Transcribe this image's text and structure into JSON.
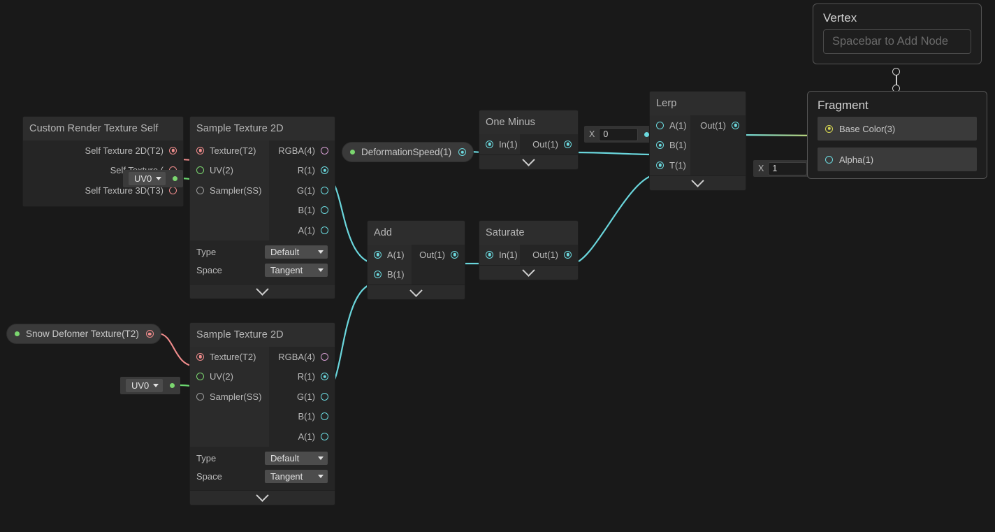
{
  "app": {
    "name": "Unity Shader Graph",
    "canvas_bg": "#191919"
  },
  "colors": {
    "wire_float": "#6ad6dc",
    "wire_texture": "#f08c8c",
    "wire_uv": "#6bd66f",
    "wire_color3": "#cfd96b",
    "node_body": "#252525",
    "node_header": "#2d2d2d",
    "port_column": "#2b2b2b"
  },
  "nodes": {
    "custom_render_texture_self": {
      "title": "Custom Render Texture Self",
      "outputs": [
        {
          "label": "Self Texture 2D(T2)",
          "type": "texture2d",
          "connected": true
        },
        {
          "label": "Self Texture (",
          "type": "uv",
          "connected": true
        },
        {
          "label": "Self Texture 3D(T3)",
          "type": "texture3d",
          "connected": false
        }
      ],
      "uv_dropdown": {
        "value": "UV0"
      }
    },
    "sample_texture_2d_top": {
      "title": "Sample Texture 2D",
      "inputs": [
        {
          "label": "Texture(T2)",
          "type": "texture",
          "connected": true
        },
        {
          "label": "UV(2)",
          "type": "uv",
          "connected": false
        },
        {
          "label": "Sampler(SS)",
          "type": "sampler",
          "connected": false
        }
      ],
      "outputs": [
        {
          "label": "RGBA(4)",
          "type": "vector4",
          "connected": false
        },
        {
          "label": "R(1)",
          "type": "float",
          "connected": true
        },
        {
          "label": "G(1)",
          "type": "float",
          "connected": false
        },
        {
          "label": "B(1)",
          "type": "float",
          "connected": false
        },
        {
          "label": "A(1)",
          "type": "float",
          "connected": false
        }
      ],
      "settings": [
        {
          "name": "Type",
          "value": "Default"
        },
        {
          "name": "Space",
          "value": "Tangent"
        }
      ]
    },
    "sample_texture_2d_bottom": {
      "title": "Sample Texture 2D",
      "inputs": [
        {
          "label": "Texture(T2)",
          "type": "texture",
          "connected": true
        },
        {
          "label": "UV(2)",
          "type": "uv",
          "connected": false
        },
        {
          "label": "Sampler(SS)",
          "type": "sampler",
          "connected": false
        }
      ],
      "outputs": [
        {
          "label": "RGBA(4)",
          "type": "vector4",
          "connected": false
        },
        {
          "label": "R(1)",
          "type": "float",
          "connected": true
        },
        {
          "label": "G(1)",
          "type": "float",
          "connected": false
        },
        {
          "label": "B(1)",
          "type": "float",
          "connected": false
        },
        {
          "label": "A(1)",
          "type": "float",
          "connected": false
        }
      ],
      "settings": [
        {
          "name": "Type",
          "value": "Default"
        },
        {
          "name": "Space",
          "value": "Tangent"
        }
      ],
      "uv_dropdown": {
        "value": "UV0"
      }
    },
    "add": {
      "title": "Add",
      "inputs": [
        {
          "label": "A(1)",
          "connected": true
        },
        {
          "label": "B(1)",
          "connected": true
        }
      ],
      "outputs": [
        {
          "label": "Out(1)",
          "connected": true
        }
      ]
    },
    "saturate": {
      "title": "Saturate",
      "inputs": [
        {
          "label": "In(1)",
          "connected": true
        }
      ],
      "outputs": [
        {
          "label": "Out(1)",
          "connected": true
        }
      ]
    },
    "one_minus": {
      "title": "One Minus",
      "inputs": [
        {
          "label": "In(1)",
          "connected": true
        }
      ],
      "outputs": [
        {
          "label": "Out(1)",
          "connected": true
        }
      ]
    },
    "lerp": {
      "title": "Lerp",
      "inputs": [
        {
          "label": "A(1)",
          "connected": false
        },
        {
          "label": "B(1)",
          "connected": true
        },
        {
          "label": "T(1)",
          "connected": true
        }
      ],
      "outputs": [
        {
          "label": "Out(1)",
          "connected": true
        }
      ]
    }
  },
  "properties": [
    {
      "name": "Snow Defomer Texture(T2)",
      "port_type": "texture"
    },
    {
      "name": "DeformationSpeed(1)",
      "port_type": "float"
    }
  ],
  "value_fields": [
    {
      "axis": "X",
      "value": "0",
      "target": "lerp-a"
    },
    {
      "axis": "X",
      "value": "1",
      "target": "fragment-alpha"
    }
  ],
  "master": {
    "vertex": {
      "title": "Vertex",
      "placeholder": "Spacebar to Add Node"
    },
    "fragment": {
      "title": "Fragment",
      "blocks": [
        {
          "label": "Base Color(3)",
          "type": "color3",
          "connected": true
        },
        {
          "label": "Alpha(1)",
          "type": "float",
          "connected": false
        }
      ]
    }
  }
}
